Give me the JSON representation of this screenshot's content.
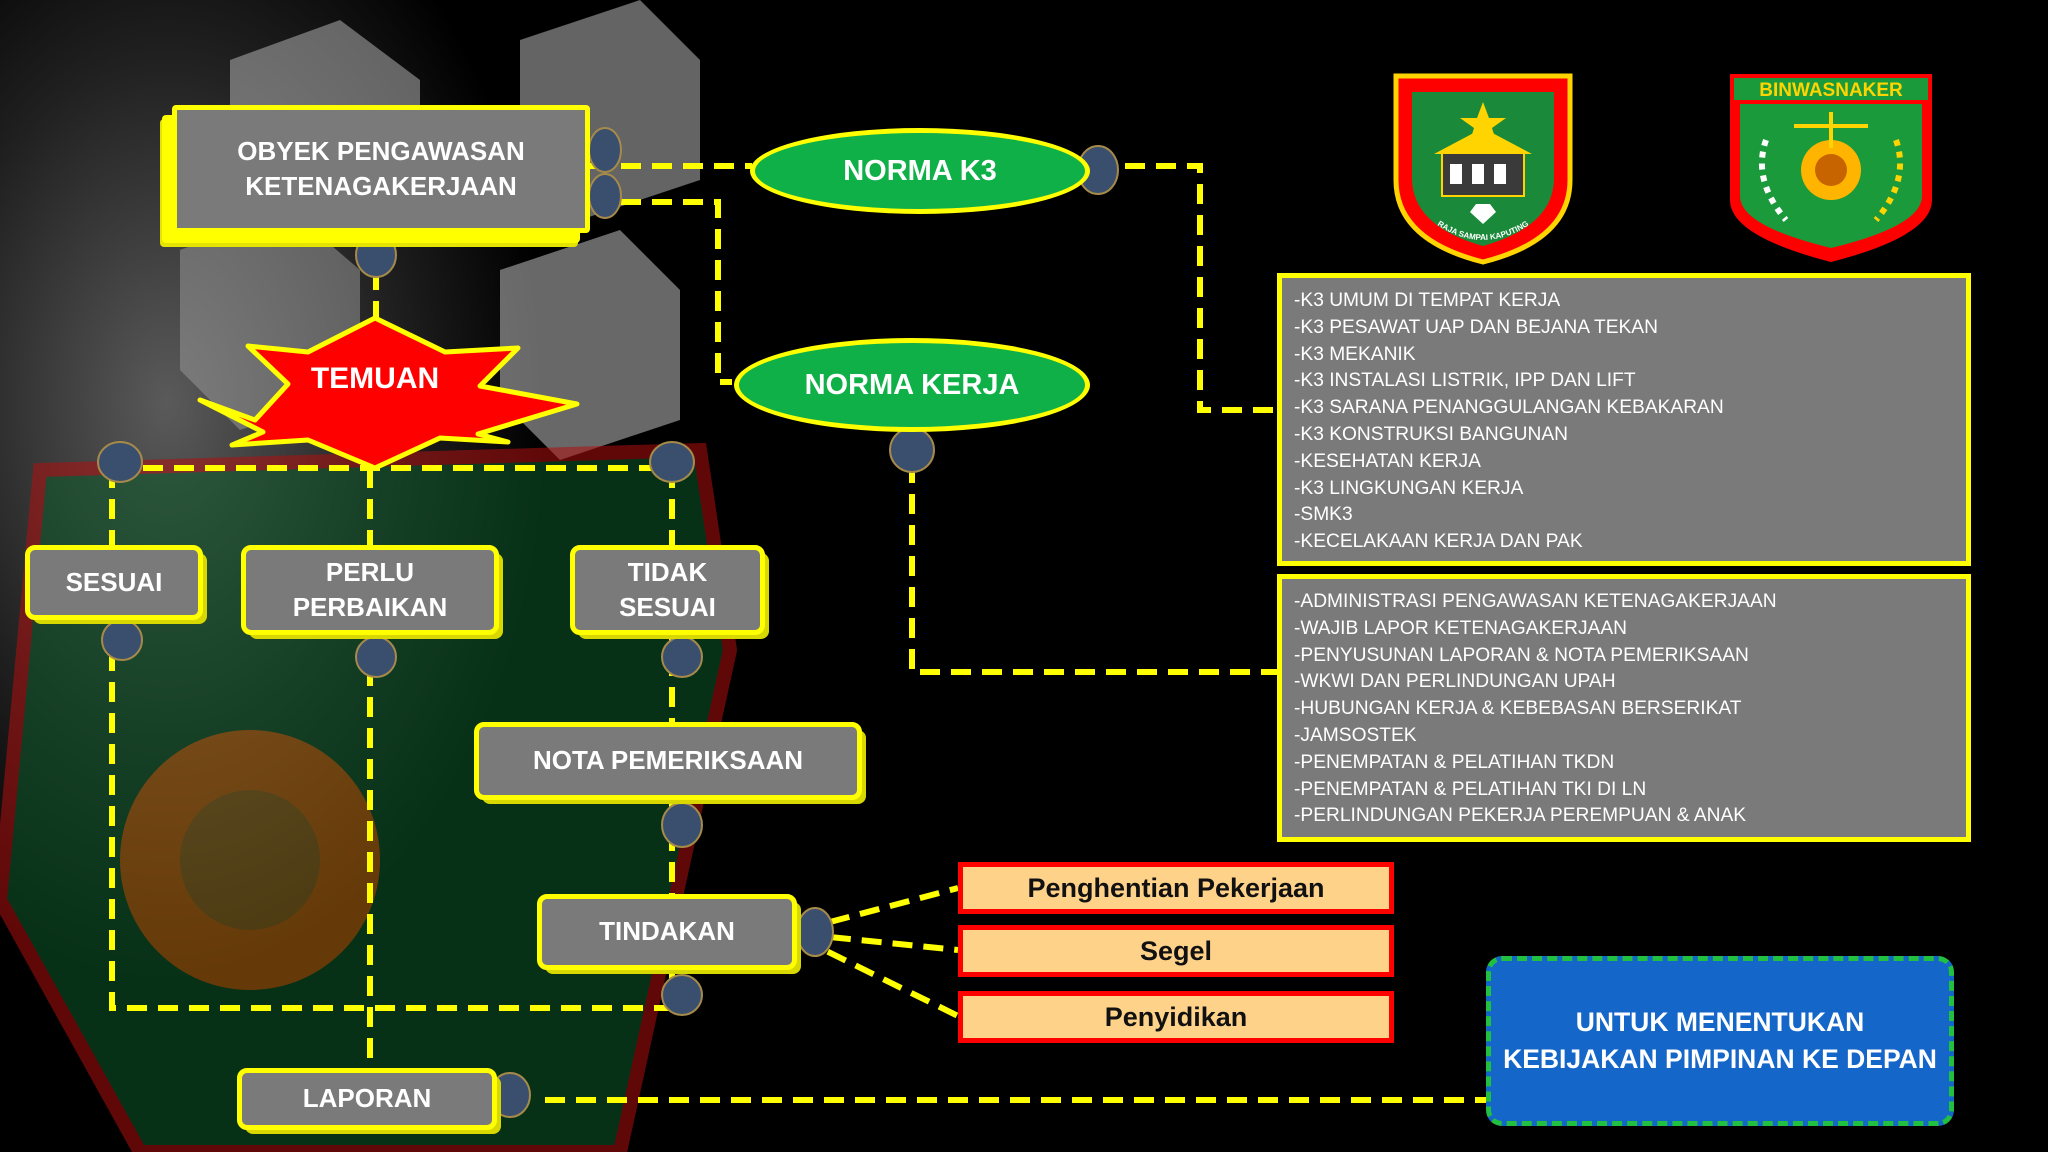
{
  "obyek": "OBYEK PENGAWASAN\nKETENAGAKERJAAN",
  "temuan": "TEMUAN",
  "norma_k3": "NORMA K3",
  "norma_kerja": "NORMA KERJA",
  "sesuai": "SESUAI",
  "perlu_perbaikan": "PERLU\nPERBAIKAN",
  "tidak_sesuai": "TIDAK\nSESUAI",
  "nota": "NOTA PEMERIKSAAN",
  "tindakan": "TINDAKAN",
  "laporan": "LAPORAN",
  "actions": [
    "Penghentian Pekerjaan",
    "Segel",
    "Penyidikan"
  ],
  "conclusion": "UNTUK MENENTUKAN\nKEBIJAKAN PIMPINAN KE DEPAN",
  "k3_items": [
    "-K3 UMUM DI TEMPAT KERJA",
    "-K3 PESAWAT UAP DAN BEJANA TEKAN",
    "-K3 MEKANIK",
    "-K3 INSTALASI LISTRIK, IPP DAN LIFT",
    "-K3 SARANA PENANGGULANGAN KEBAKARAN",
    "-K3 KONSTRUKSI BANGUNAN",
    "-KESEHATAN KERJA",
    "-K3 LINGKUNGAN KERJA",
    "-SMK3",
    "-KECELAKAAN KERJA DAN PAK"
  ],
  "kerja_items": [
    "-ADMINISTRASI PENGAWASAN KETENAGAKERJAAN",
    "-WAJIB LAPOR KETENAGAKERJAAN",
    "-PENYUSUNAN LAPORAN & NOTA PEMERIKSAAN",
    "-WKWI DAN PERLINDUNGAN UPAH",
    "-HUBUNGAN KERJA & KEBEBASAN BERSERIKAT",
    "-JAMSOSTEK",
    "-PENEMPATAN & PELATIHAN TKDN",
    "-PENEMPATAN & PELATIHAN TKI DI LN",
    "-PERLINDUNGAN PEKERJA PEREMPUAN & ANAK"
  ],
  "logo_left_motto": "RAJA SAMPAI KAPUTING",
  "logo_right_title": "BINWASNAKER",
  "colors": {
    "box_fill": "#7a7a7a",
    "box_border": "#ffff00",
    "oval_fill": "#10b048",
    "star_fill": "#ff0000",
    "action_fill": "#ffd28a",
    "action_border": "#ff0000",
    "conclusion_fill": "#1466c8",
    "conclusion_border": "#22c040"
  }
}
